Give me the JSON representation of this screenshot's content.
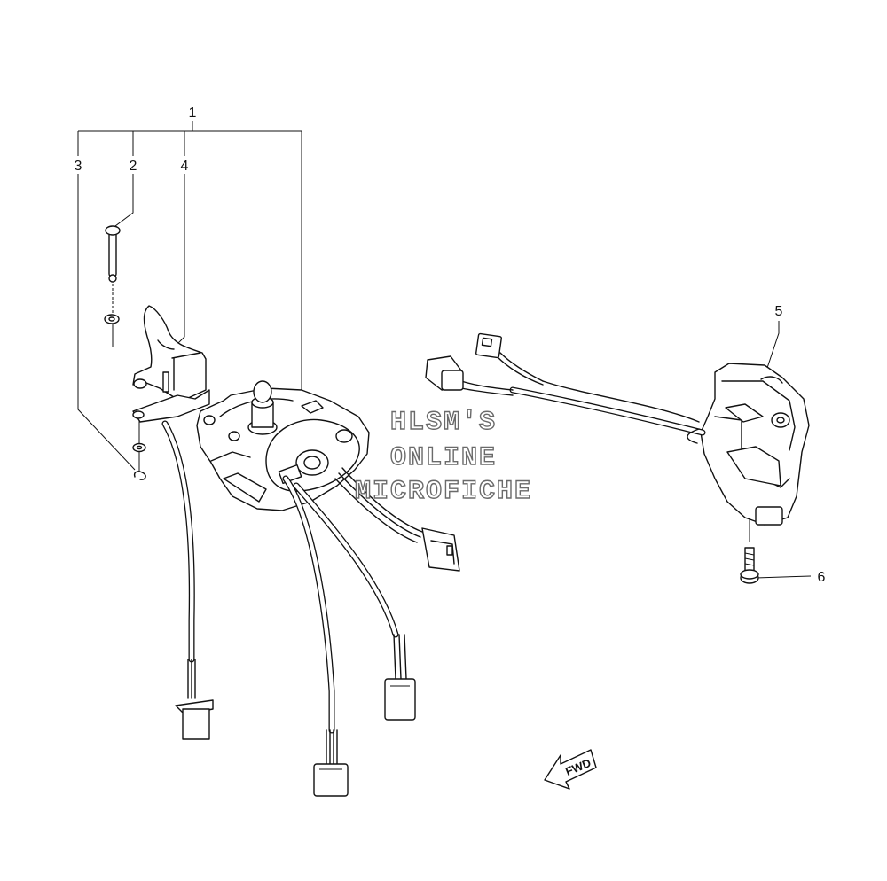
{
  "callouts": [
    {
      "id": "1",
      "label": "1"
    },
    {
      "id": "2",
      "label": "2"
    },
    {
      "id": "3",
      "label": "3"
    },
    {
      "id": "4",
      "label": "4"
    },
    {
      "id": "5",
      "label": "5"
    },
    {
      "id": "6",
      "label": "6"
    }
  ],
  "watermark": {
    "line1": "HLSM'S",
    "line2": "ONLINE",
    "line3": "MICROFICHE"
  },
  "fwd_badge": {
    "label": "FWD"
  }
}
